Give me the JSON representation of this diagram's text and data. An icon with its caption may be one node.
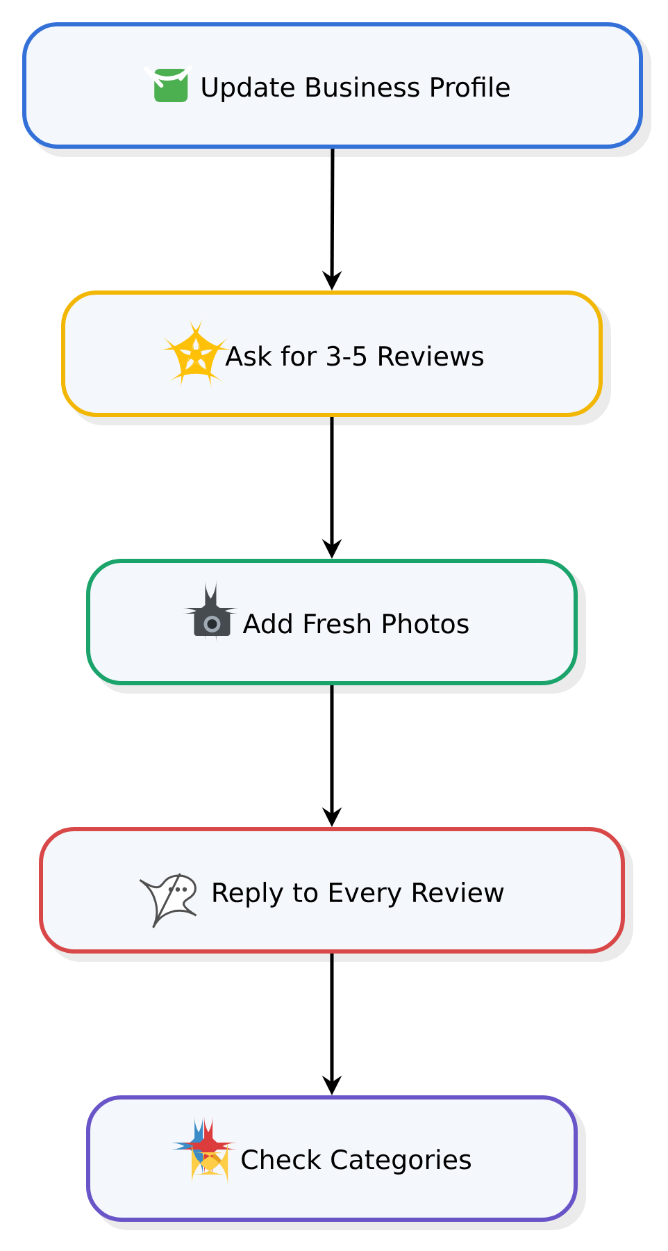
{
  "diagram": {
    "nodes": [
      {
        "text": [
          "Update Business Profile"
        ]
      },
      {
        "text": [
          "Ask for 3-5 Reviews"
        ]
      },
      {
        "text": [
          "Add Fresh Photos"
        ]
      },
      {
        "text": [
          "Reply to Every Review"
        ]
      },
      {
        "text": [
          "Check Categories"
        ]
      }
    ],
    "edges": [
      {
        "from": 0,
        "to": 1,
        "arrow": "to"
      },
      {
        "from": 1,
        "to": 2,
        "arrow": "to"
      },
      {
        "from": 2,
        "to": 3,
        "arrow": "to"
      },
      {
        "from": 3,
        "to": 4,
        "arrow": "to"
      }
    ]
  }
}
